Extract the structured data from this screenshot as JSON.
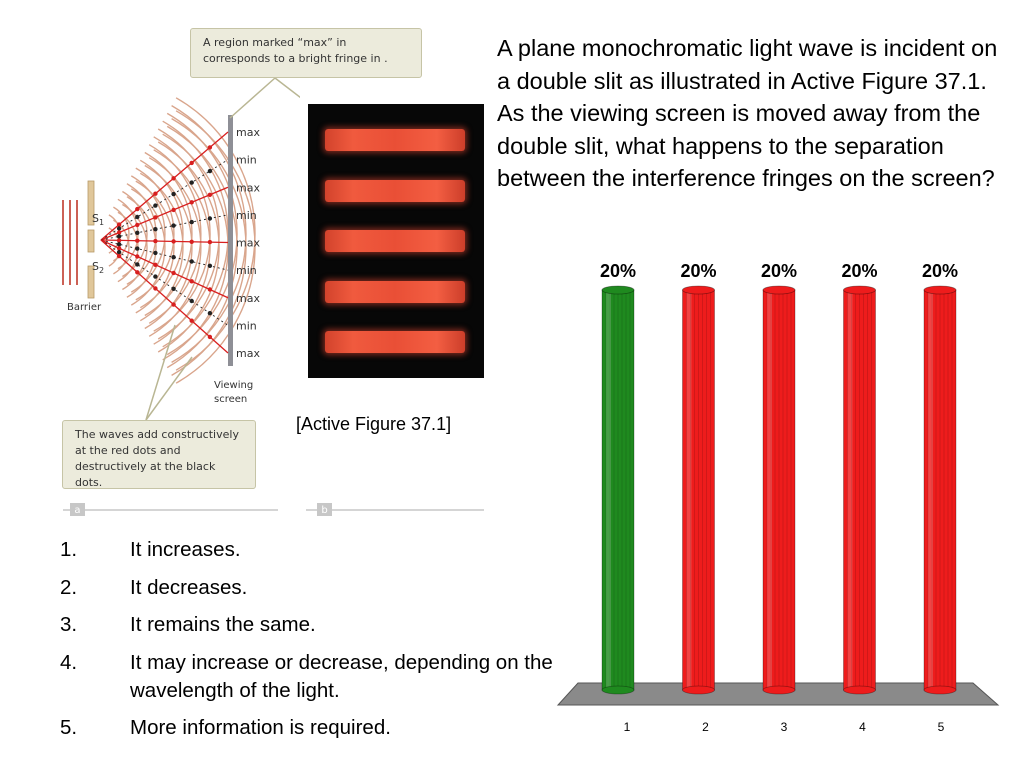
{
  "question": "A plane monochromatic light wave is incident on a double slit as illustrated in Active Figure 37.1. As the viewing screen is moved away from the double slit, what happens to the separation between the interference fringes on the screen?",
  "figure": {
    "callout_top": "A region marked “max” in corresponds to a bright fringe in     .",
    "callout_bottom": "The waves add constructively at the red dots and destructively at the black dots.",
    "screen_labels": [
      "max",
      "min",
      "max",
      "min",
      "max",
      "min",
      "max",
      "min",
      "max"
    ],
    "slit_labels": [
      "S",
      "S"
    ],
    "slit_subscripts": [
      "1",
      "2"
    ],
    "barrier_label": "Barrier",
    "viewing_screen_label": [
      "Viewing",
      "screen"
    ],
    "panel_labels": [
      "a",
      "b"
    ],
    "caption": "[Active Figure 37.1]",
    "fringe_count": 5,
    "colors": {
      "wave": "#d9a58c",
      "constructive": "#d81f1f",
      "destructive": "#222222",
      "panel_tag": "#c7c7c7"
    }
  },
  "answers": [
    {
      "num": "1.",
      "text": "It increases."
    },
    {
      "num": "2.",
      "text": "It decreases."
    },
    {
      "num": "3.",
      "text": "It remains the same."
    },
    {
      "num": "4.",
      "text": "It may increase or decrease, depending on the wavelength of the light."
    },
    {
      "num": "5.",
      "text": "More information is required."
    }
  ],
  "chart_data": {
    "type": "bar",
    "categories": [
      "1",
      "2",
      "3",
      "4",
      "5"
    ],
    "values": [
      20,
      20,
      20,
      20,
      20
    ],
    "value_labels": [
      "20%",
      "20%",
      "20%",
      "20%",
      "20%"
    ],
    "bar_colors": [
      "#1f8a1f",
      "#ee1c1c",
      "#ee1c1c",
      "#ee1c1c",
      "#ee1c1c"
    ],
    "floor_color": "#8a8a8a",
    "ylim": [
      0,
      20
    ],
    "grid": false,
    "legend": "none",
    "title": "",
    "xlabel": "",
    "ylabel": ""
  }
}
